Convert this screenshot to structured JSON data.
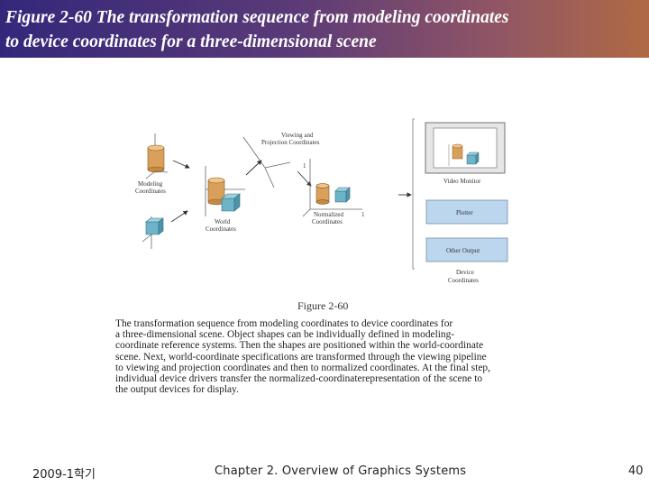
{
  "slide": {
    "title_line_1": "Figure 2-60 The transformation sequence from modeling coordinates",
    "title_line_2": "to device coordinates for a three-dimensional scene",
    "title_gradient": [
      "#34277a",
      "#8e5466",
      "#b06a44"
    ]
  },
  "figure": {
    "labels": {
      "modeling_1": "Modeling",
      "modeling_2": "Coordinates",
      "world_1": "World",
      "world_2": "Coordinates",
      "viewing_1": "Viewing and",
      "viewing_2": "Projection Coordinates",
      "normalized_1": "Normalized",
      "normalized_2": "Coordinates",
      "axis_one_top": "1",
      "axis_one_right": "1",
      "video_monitor": "Video Monitor",
      "plotter": "Plotter",
      "other_output": "Other Output",
      "device_1": "Device",
      "device_2": "Coordinates"
    },
    "figure_label": "Figure 2-60",
    "caption_lines": [
      "The transformation sequence from modeling coordinates to device coordinates for",
      "a three-dimensional scene. Object shapes can be individually defined in modeling-",
      "coordinate reference systems. Then the shapes are positioned within the world-coordinate",
      "scene. Next, world-coordinate specifications are transformed through the viewing pipeline",
      "to viewing and projection coordinates and then to normalized coordinates. At the final step,",
      "individual device drivers transfer the normalized-coordinaterepresentation of the scene to",
      "the output devices for display."
    ],
    "colors": {
      "cylinder": "#d9a05b",
      "cube": "#6fb3c9",
      "device_box": "#bcd6ee"
    }
  },
  "footer": {
    "left": "2009-1학기",
    "center": "Chapter 2. Overview of Graphics Systems",
    "page": "40"
  }
}
